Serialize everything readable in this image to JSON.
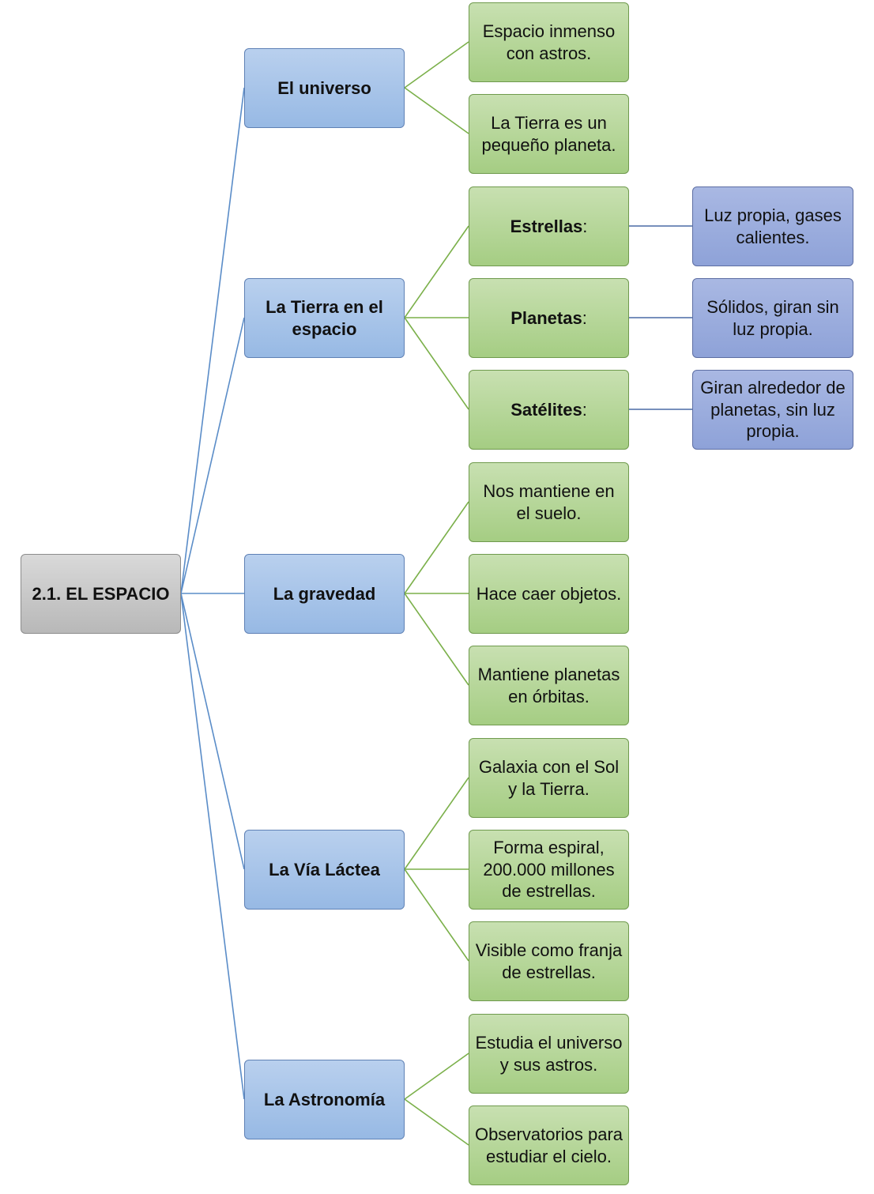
{
  "root": {
    "label": "2.1. EL ESPACIO"
  },
  "branches": [
    {
      "label": "El universo",
      "children": [
        {
          "text": "Espacio inmenso con astros."
        },
        {
          "text": "La Tierra  es un pequeño planeta."
        }
      ]
    },
    {
      "label": "La Tierra en el espacio",
      "children": [
        {
          "term": "Estrellas",
          "suffix": ":",
          "detail": "Luz propia, gases calientes."
        },
        {
          "term": "Planetas",
          "suffix": ":",
          "detail": "Sólidos, giran sin luz propia."
        },
        {
          "term": "Satélites",
          "suffix": ":",
          "detail": "Giran alrededor de planetas, sin luz propia."
        }
      ]
    },
    {
      "label": "La gravedad",
      "children": [
        {
          "text": "Nos mantiene en el suelo."
        },
        {
          "text": "Hace caer objetos."
        },
        {
          "text": "Mantiene planetas en órbitas."
        }
      ]
    },
    {
      "label": "La Vía Láctea",
      "children": [
        {
          "text": "Galaxia con el Sol y la Tierra."
        },
        {
          "text": "Forma espiral, 200.000 millones de estrellas."
        },
        {
          "text": "Visible como franja de estrellas."
        }
      ]
    },
    {
      "label": "La Astronomía",
      "children": [
        {
          "text": "Estudia el universo y sus astros."
        },
        {
          "text": "Observatorios para estudiar el cielo."
        }
      ]
    }
  ],
  "colors": {
    "root_connector": "#5b8dc8",
    "branch_connector": "#7bb04a",
    "detail_connector": "#4a6aa6"
  }
}
